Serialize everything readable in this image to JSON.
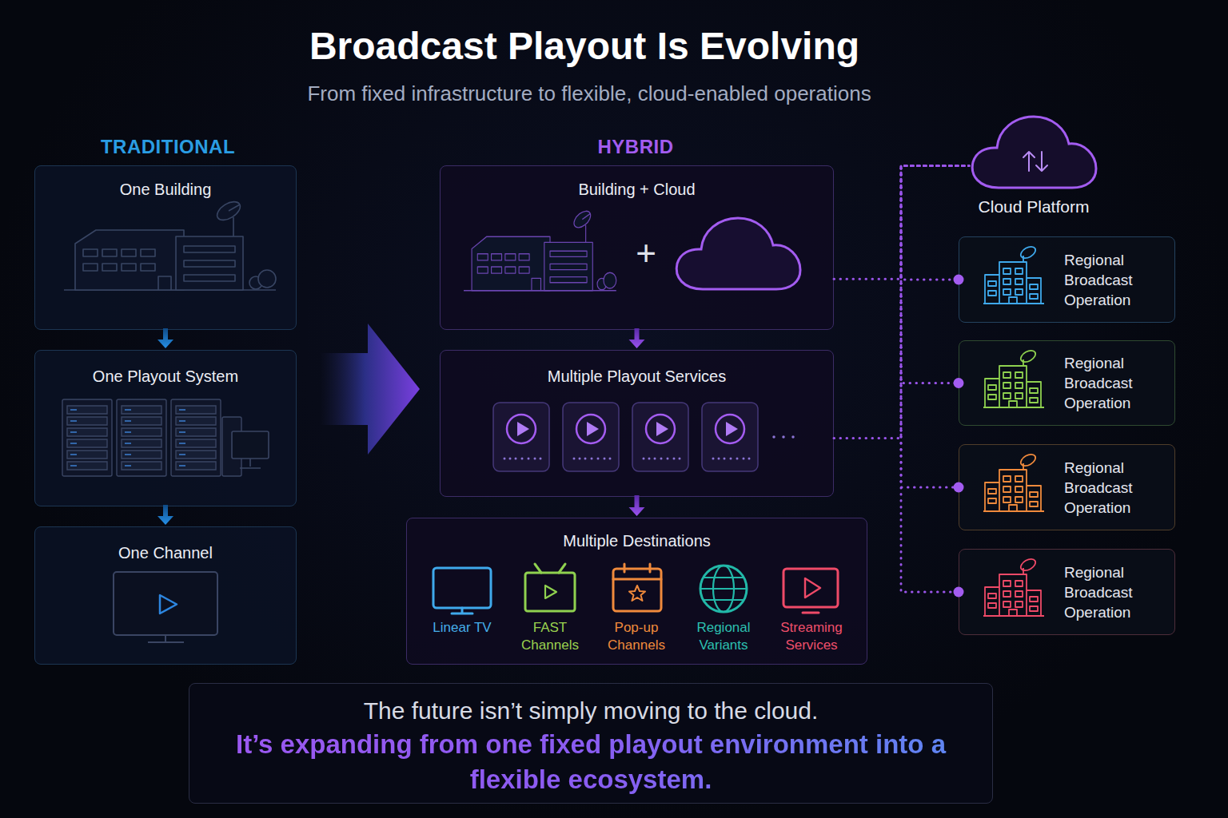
{
  "diagram": {
    "title": "Broadcast Playout Is Evolving",
    "nodes": [
      {
        "text": [
          "One Building"
        ]
      },
      {
        "text": [
          "One Playout System"
        ]
      },
      {
        "text": [
          "One Channel"
        ]
      },
      {
        "text": [
          "Building + Cloud"
        ]
      },
      {
        "text": [
          "Multiple Playout Services"
        ]
      },
      {
        "text": [
          "Multiple Destinations"
        ]
      },
      {
        "text": [
          "Cloud Platform"
        ]
      },
      {
        "text": [
          "Regional Broadcast Operation"
        ]
      },
      {
        "text": [
          "Regional Broadcast Operation"
        ]
      },
      {
        "text": [
          "Regional Broadcast Operation"
        ]
      },
      {
        "text": [
          "Regional Broadcast Operation"
        ]
      },
      {
        "text": [
          "The future isn’t simply moving to the cloud.",
          "It’s expanding from one fixed playout environment into a flexible ecosystem."
        ]
      }
    ],
    "edges": [
      {
        "from": 0,
        "to": 1,
        "arrow": "to"
      },
      {
        "from": 1,
        "to": 2,
        "arrow": "to"
      },
      {
        "from": 1,
        "to": 4,
        "arrow": "to"
      },
      {
        "from": 3,
        "to": 4,
        "arrow": "to"
      },
      {
        "from": 4,
        "to": 5,
        "arrow": "to"
      },
      {
        "from": 3,
        "to": 6,
        "arrow": "none"
      },
      {
        "from": 4,
        "to": 6,
        "arrow": "none"
      },
      {
        "from": 6,
        "to": 7,
        "arrow": "none"
      },
      {
        "from": 6,
        "to": 8,
        "arrow": "none"
      },
      {
        "from": 6,
        "to": 9,
        "arrow": "none"
      },
      {
        "from": 6,
        "to": 10,
        "arrow": "none"
      }
    ],
    "labels": [
      "From fixed infrastructure to flexible, cloud-enabled operations",
      "TRADITIONAL",
      "HYBRID",
      "+",
      "Linear TV",
      "FAST Channels",
      "Pop-up Channels",
      "Regional Variants",
      "Streaming Services"
    ]
  }
}
